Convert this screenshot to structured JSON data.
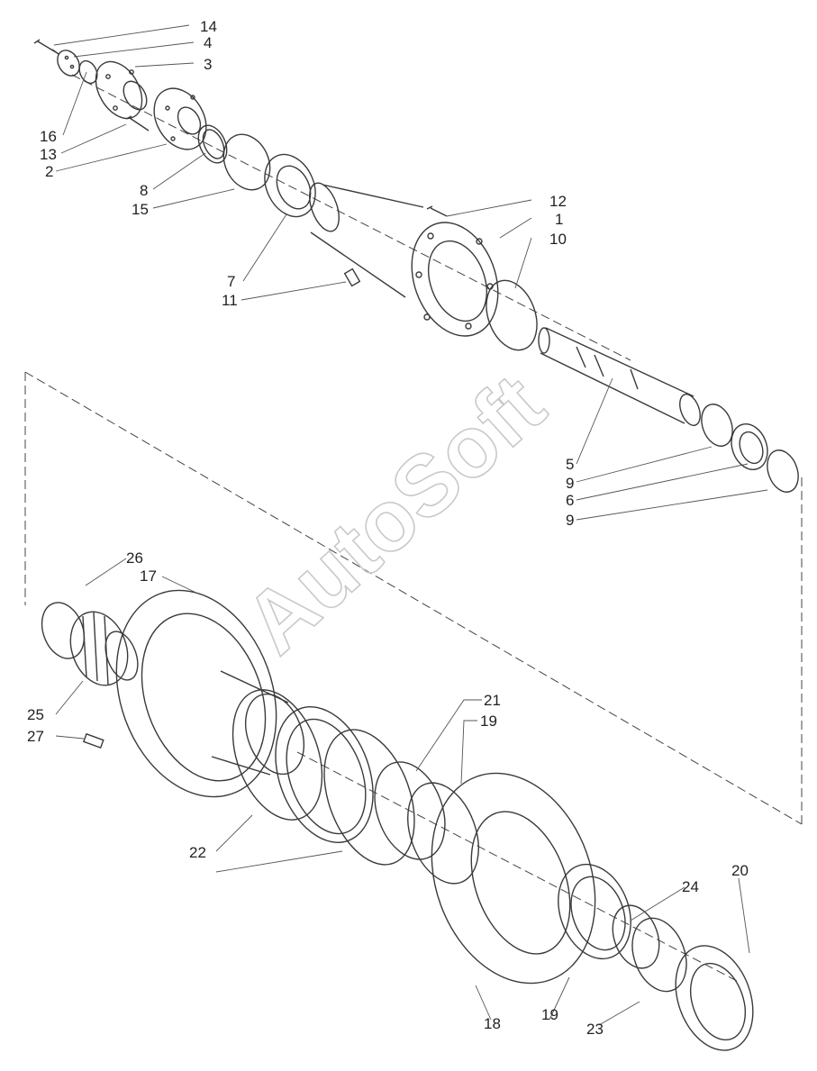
{
  "diagram": {
    "watermark": "AutoSoft",
    "callouts": [
      {
        "id": "c14",
        "text": "14"
      },
      {
        "id": "c4",
        "text": "4"
      },
      {
        "id": "c3",
        "text": "3"
      },
      {
        "id": "c16",
        "text": "16"
      },
      {
        "id": "c13",
        "text": "13"
      },
      {
        "id": "c2",
        "text": "2"
      },
      {
        "id": "c8",
        "text": "8"
      },
      {
        "id": "c15",
        "text": "15"
      },
      {
        "id": "c12",
        "text": "12"
      },
      {
        "id": "c1",
        "text": "1"
      },
      {
        "id": "c10",
        "text": "10"
      },
      {
        "id": "c7",
        "text": "7"
      },
      {
        "id": "c11",
        "text": "11"
      },
      {
        "id": "c5",
        "text": "5"
      },
      {
        "id": "c9a",
        "text": "9"
      },
      {
        "id": "c6",
        "text": "6"
      },
      {
        "id": "c9b",
        "text": "9"
      },
      {
        "id": "c26",
        "text": "26"
      },
      {
        "id": "c17",
        "text": "17"
      },
      {
        "id": "c25",
        "text": "25"
      },
      {
        "id": "c27",
        "text": "27"
      },
      {
        "id": "c21",
        "text": "21"
      },
      {
        "id": "c19a",
        "text": "19"
      },
      {
        "id": "c22",
        "text": "22"
      },
      {
        "id": "c20",
        "text": "20"
      },
      {
        "id": "c24",
        "text": "24"
      },
      {
        "id": "c18",
        "text": "18"
      },
      {
        "id": "c19b",
        "text": "19"
      },
      {
        "id": "c23",
        "text": "23"
      }
    ]
  }
}
